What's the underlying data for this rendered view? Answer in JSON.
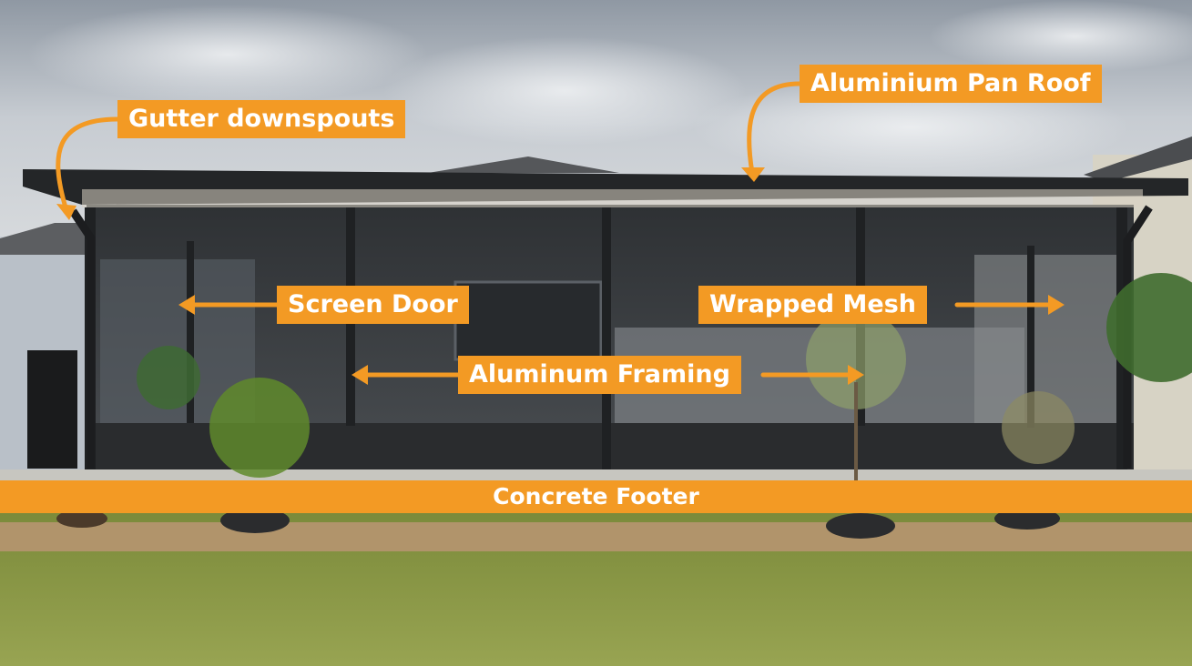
{
  "labels": {
    "gutter": "Gutter downspouts",
    "roof": "Aluminium Pan Roof",
    "screen_door": "Screen Door",
    "wrapped_mesh": "Wrapped Mesh",
    "framing": "Aluminum Framing",
    "footer": "Concrete Footer"
  },
  "colors": {
    "accent": "#f39a24",
    "label_text": "#ffffff",
    "frame": "#232526",
    "sky": "#c9ced4",
    "grass": "#8e9a3e"
  }
}
